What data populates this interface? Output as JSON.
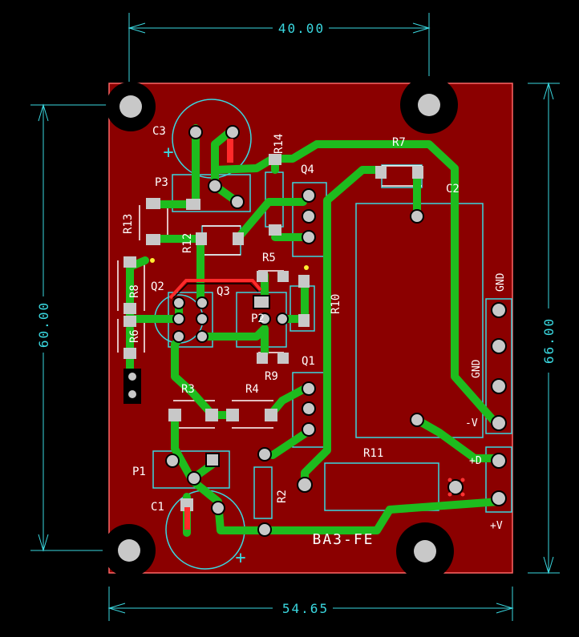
{
  "board": {
    "label": "BA3-FE",
    "colors": {
      "background": "#000000",
      "board_fill": "#8b0000",
      "board_outline": "#ff6666",
      "trace": "#1ebc1e",
      "silkscreen": "#ffffff",
      "outline_cyan": "#3ad8e0",
      "pad": "#c8c8c8",
      "dimension": "#3ad8e0"
    }
  },
  "dimensions": {
    "top_width": "40.00",
    "bottom_width": "54.65",
    "left_height": "60.00",
    "right_height": "66.00"
  },
  "components": {
    "c1": "C1",
    "c2": "C2",
    "c3": "C3",
    "p1": "P1",
    "p2": "P2",
    "p3": "P3",
    "q1": "Q1",
    "q2": "Q2",
    "q3": "Q3",
    "q4": "Q4",
    "r2": "R2",
    "r3": "R3",
    "r4": "R4",
    "r5": "R5",
    "r6": "R6",
    "r7": "R7",
    "r8": "R8",
    "r9": "R9",
    "r10": "R10",
    "r11": "R11",
    "r12": "R12",
    "r13": "R13",
    "r14": "R14"
  },
  "connector_labels": {
    "gnd_1": "GND",
    "gnd_2": "GND",
    "minus_v": "-V",
    "plus_d": "+D",
    "plus_v": "+V"
  },
  "polarity_marks": {
    "c3_plus": "+",
    "c1_plus": "+"
  }
}
